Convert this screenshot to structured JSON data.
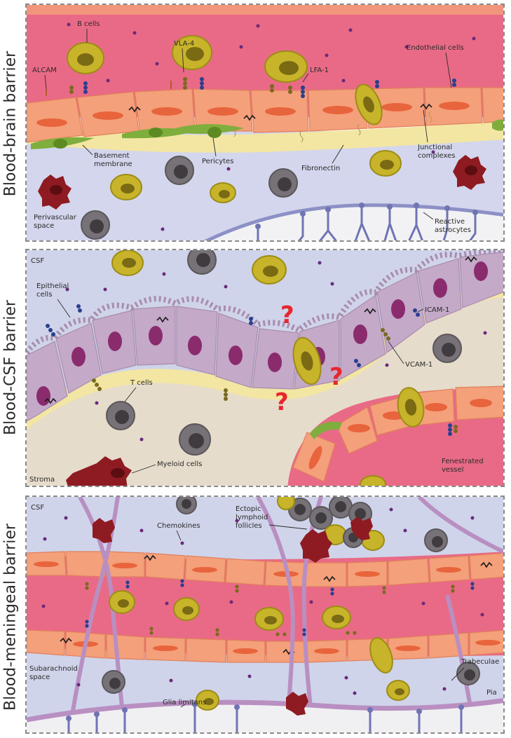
{
  "panels": {
    "bbb": {
      "title": "Blood-brain barrier",
      "labels": {
        "b_cells": "B cells",
        "vla4": "VLA-4",
        "lfa1": "LFA-1",
        "alcam": "ALCAM",
        "endothelial": "Endothelial cells",
        "basement1": "Basement",
        "basement2": "membrane",
        "pericytes": "Pericytes",
        "fibronectin": "Fibronectin",
        "junctional1": "Junctional",
        "junctional2": "complexes",
        "perivascular1": "Perivascular",
        "perivascular2": "space",
        "reactive1": "Reactive",
        "reactive2": "astrocytes"
      }
    },
    "bcsf": {
      "title": "Blood-CSF barrier",
      "labels": {
        "csf": "CSF",
        "epithelial1": "Epithelial",
        "epithelial2": "cells",
        "icam1": "ICAM-1",
        "vcam1": "VCAM-1",
        "t_cells": "T cells",
        "myeloid": "Myeloid cells",
        "stroma": "Stroma",
        "fenestrated1": "Fenestrated",
        "fenestrated2": "vessel",
        "question": "?"
      }
    },
    "bmb": {
      "title": "Blood-meningeal barrier",
      "labels": {
        "csf": "CSF",
        "chemokines": "Chemokines",
        "ectopic1": "Ectopic",
        "ectopic2": "lymphoid",
        "ectopic3": "follicles",
        "subarachnoid1": "Subarachnoid",
        "subarachnoid2": "space",
        "trabeculae": "Trabeculae",
        "glia_limitans": "Glia limitans",
        "pia": "Pia"
      }
    }
  },
  "colors": {
    "blood": "#e96a86",
    "endothelium": "#f4a07a",
    "nucleus": "#e8643c",
    "basement": "#f3e6a3",
    "pericyte": "#7fae3d",
    "csf": "#cfd4ea",
    "b_cell": "#c7b42a",
    "t_cell": "#777277",
    "myeloid": "#8e1b22",
    "epithelium": "#c4a9c8",
    "epithelial_nucleus": "#8a2b6e",
    "stroma": "#e6dccb",
    "astrocyte": "#6f74b3",
    "trabecula": "#b98fc2",
    "question": "#e8262d",
    "receptor_blue": "#2b3f8f",
    "receptor_olive": "#7a6a1e"
  }
}
